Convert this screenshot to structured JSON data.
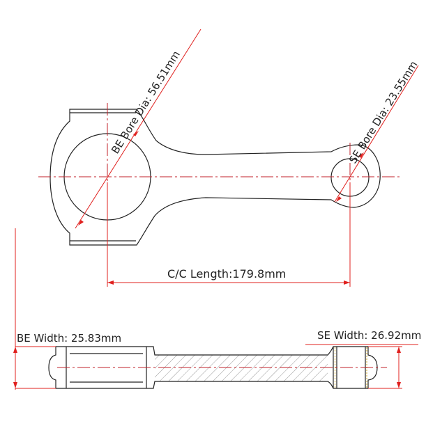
{
  "drawing": {
    "part": "connecting-rod",
    "colors": {
      "outline": "#222222",
      "dimension": "#e0201e",
      "centerline": "#c0202a",
      "hatch": "#888888",
      "bearing": "#c8a020"
    },
    "dimensions": {
      "big_end_bore": "BE Bore Dia: 56.51mm",
      "small_end_bore": "SE Bore Dia: 23.55mm",
      "center_to_center": "C/C Length:179.8mm",
      "big_end_width": "BE Width: 25.83mm",
      "small_end_width": "SE Width: 26.92mm"
    }
  }
}
